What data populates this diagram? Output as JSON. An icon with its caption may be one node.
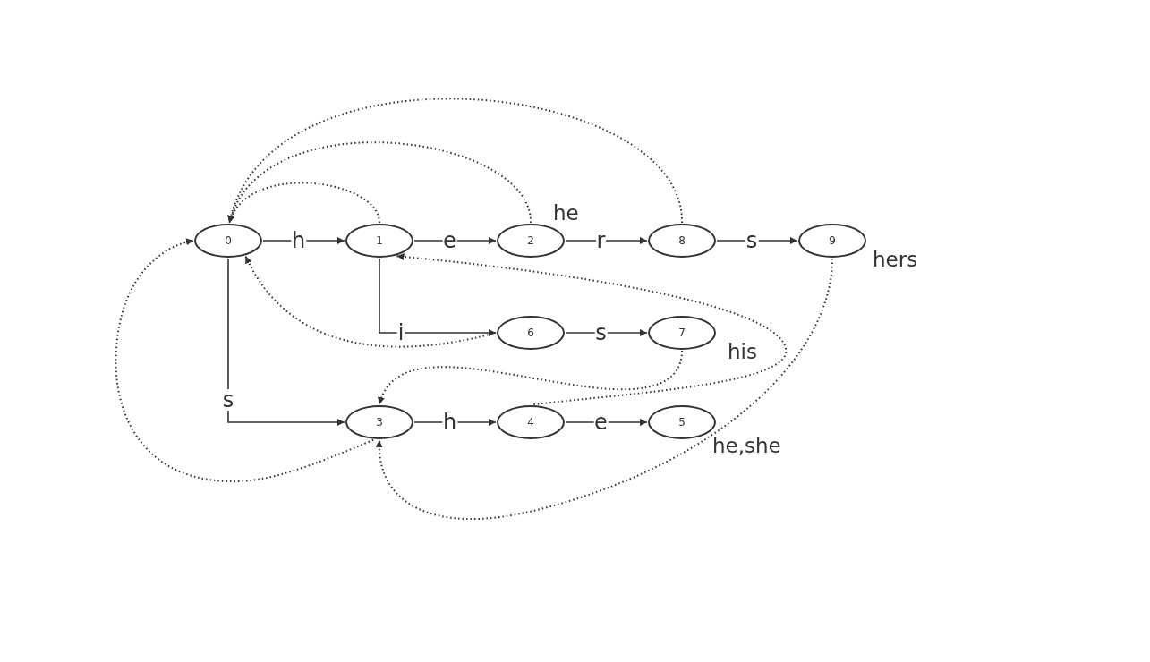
{
  "diagram": {
    "nodes": [
      {
        "text": [
          "0"
        ]
      },
      {
        "text": [
          "1"
        ]
      },
      {
        "text": [
          "2"
        ],
        "beside": [
          "he"
        ]
      },
      {
        "text": [
          "8"
        ]
      },
      {
        "text": [
          "9"
        ],
        "beside": [
          "hers"
        ]
      },
      {
        "text": [
          "6"
        ]
      },
      {
        "text": [
          "7"
        ],
        "beside": [
          "his"
        ]
      },
      {
        "text": [
          "3"
        ]
      },
      {
        "text": [
          "4"
        ]
      },
      {
        "text": [
          "5"
        ],
        "beside": [
          "he,she"
        ]
      }
    ],
    "edges": [
      {
        "from": 0,
        "to": 1,
        "arrow": "to",
        "label": "h"
      },
      {
        "from": 1,
        "to": 2,
        "arrow": "to",
        "label": "e"
      },
      {
        "from": 2,
        "to": 3,
        "arrow": "to",
        "label": "r"
      },
      {
        "from": 3,
        "to": 4,
        "arrow": "to",
        "label": "s"
      },
      {
        "from": 1,
        "to": 5,
        "arrow": "to",
        "label": "i"
      },
      {
        "from": 5,
        "to": 6,
        "arrow": "to",
        "label": "s"
      },
      {
        "from": 0,
        "to": 7,
        "arrow": "to",
        "label": "s"
      },
      {
        "from": 7,
        "to": 8,
        "arrow": "to",
        "label": "h"
      },
      {
        "from": 8,
        "to": 9,
        "arrow": "to",
        "label": "e"
      },
      {
        "from": 1,
        "to": 0,
        "arrow": "to",
        "style": "dashed"
      },
      {
        "from": 2,
        "to": 0,
        "arrow": "to",
        "style": "dashed"
      },
      {
        "from": 3,
        "to": 0,
        "arrow": "to",
        "style": "dashed"
      },
      {
        "from": 5,
        "to": 0,
        "arrow": "to",
        "style": "dashed"
      },
      {
        "from": 7,
        "to": 0,
        "arrow": "to",
        "style": "dashed"
      },
      {
        "from": 4,
        "to": 7,
        "arrow": "to",
        "style": "dashed"
      },
      {
        "from": 6,
        "to": 7,
        "arrow": "to",
        "style": "dashed"
      },
      {
        "from": 8,
        "to": 1,
        "arrow": "to",
        "style": "dashed"
      }
    ]
  }
}
